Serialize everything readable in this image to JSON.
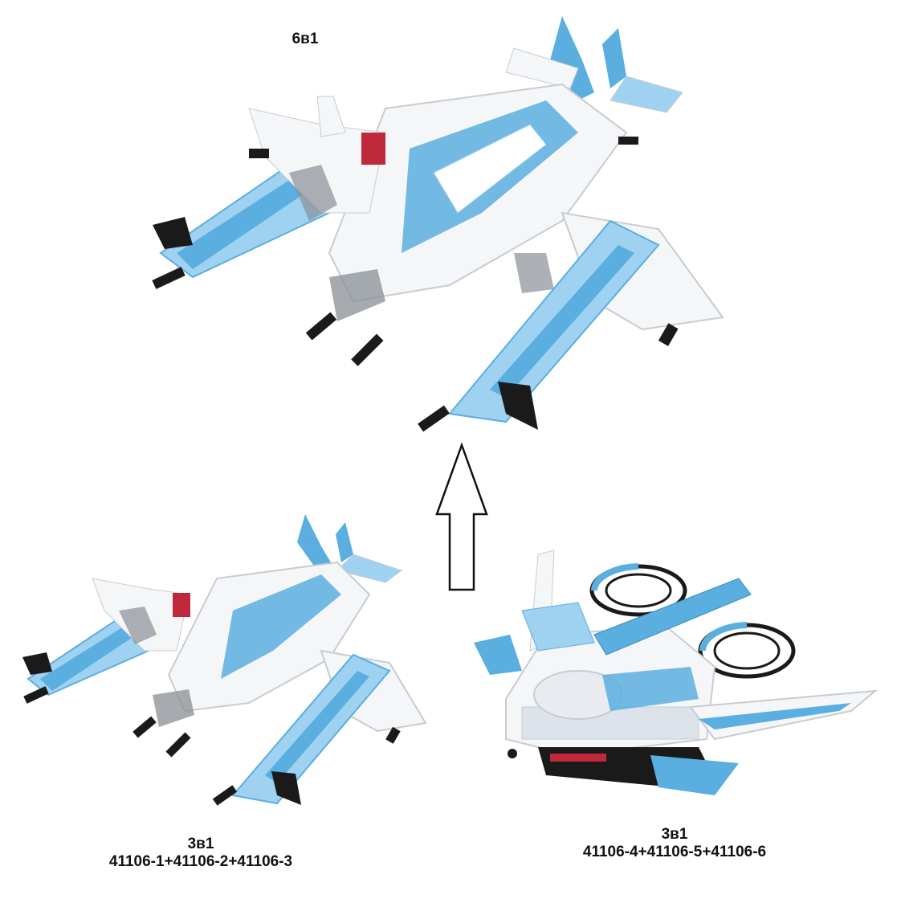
{
  "top": {
    "title": "6в1"
  },
  "bottom_left": {
    "title": "3в1",
    "sets": "41106-1+41106-2+41106-3"
  },
  "bottom_right": {
    "title": "3в1",
    "sets": "41106-4+41106-5+41106-6"
  },
  "colors": {
    "blue": "#5aaee0",
    "light_blue": "#9fd2f0",
    "white": "#f4f6f8",
    "gray": "#c8ccd2",
    "black": "#1a1a1a",
    "red": "#c0283c"
  }
}
